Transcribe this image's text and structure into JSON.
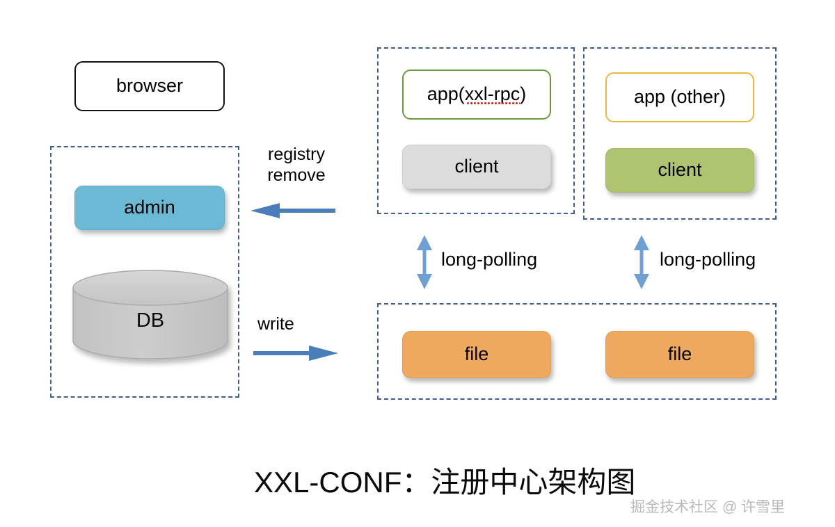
{
  "diagram": {
    "title": "XXL-CONF：注册中心架构图",
    "watermark": "掘金技术社区 @ 许雪里",
    "type": "architecture-diagram"
  },
  "nodes": {
    "browser": {
      "label": "browser"
    },
    "admin": {
      "label": "admin"
    },
    "db": {
      "label": "DB"
    },
    "app_xxl_rpc": {
      "label_prefix": "app(",
      "label_spell": "xxl-rpc",
      "label_suffix": ")"
    },
    "client_left": {
      "label": "client"
    },
    "app_other": {
      "label": "app (other)"
    },
    "client_right": {
      "label": "client"
    },
    "file_left": {
      "label": "file"
    },
    "file_right": {
      "label": "file"
    }
  },
  "edges": {
    "registry_remove": {
      "line1": "registry",
      "line2": "remove",
      "direction": "left"
    },
    "write": {
      "label": "write",
      "direction": "right"
    },
    "long_polling_left": {
      "label": "long-polling",
      "direction": "both"
    },
    "long_polling_right": {
      "label": "long-polling",
      "direction": "both"
    }
  },
  "colors": {
    "admin_fill": "#6bb9d4",
    "client_left_fill": "#dcdcdc",
    "client_right_fill": "#afc471",
    "file_fill": "#eea95f",
    "db_fill": "#c9c9c9",
    "group_border": "#3f5c93",
    "arrow": "#4a7ebb",
    "app_rpc_border": "#6a9a3c",
    "app_other_border": "#e8b93a",
    "browser_border": "#111111",
    "spellcheck": "#cc2a16",
    "background": "#ffffff"
  }
}
